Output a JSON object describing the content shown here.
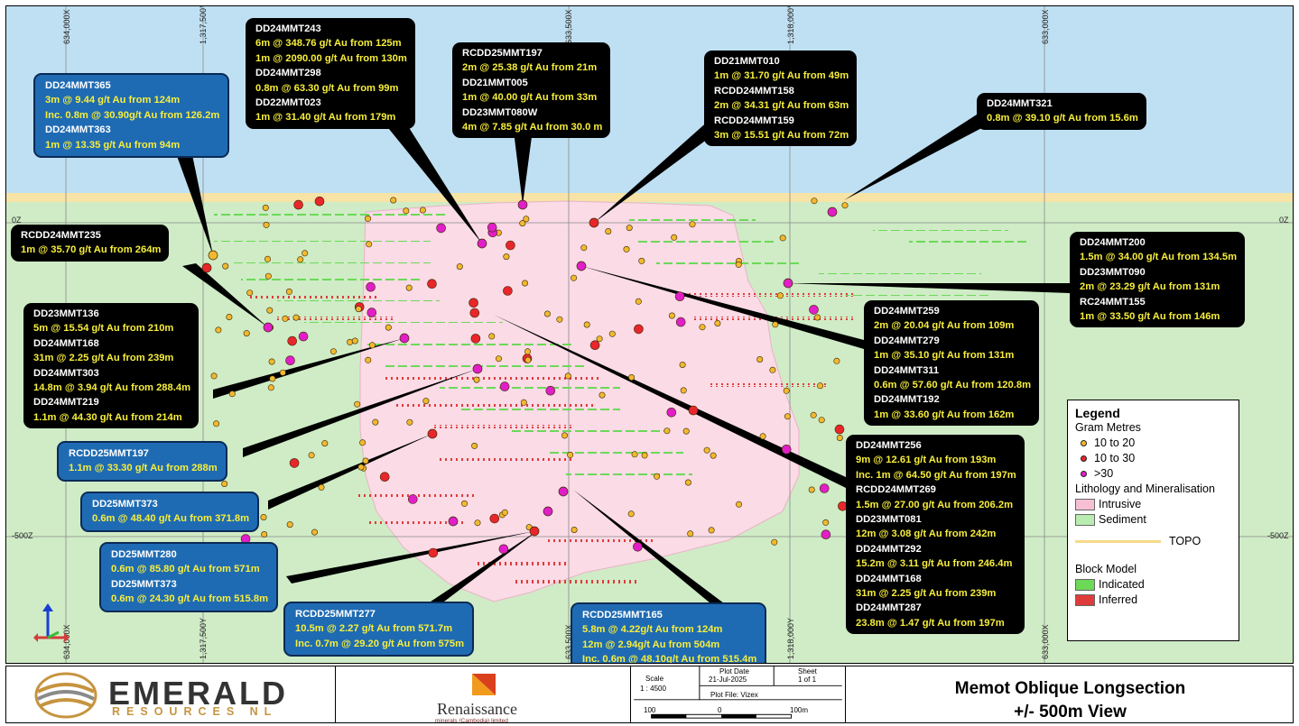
{
  "map": {
    "colors": {
      "sky": "#bfe0f3",
      "sediment": "#cfecc6",
      "intrusive": "#fadbe6",
      "topo": "#f7e3a6",
      "low": "#f2b830",
      "mid": "#e8262b",
      "high": "#e21ec8",
      "indicated": "#6cd958",
      "inferred": "#e03b3b"
    },
    "grid_top": [
      "634,000X",
      "1,317,500Y",
      "633,500X",
      "1,318,000Y",
      "633,000X"
    ],
    "grid_bottom": [
      "634,000X",
      "1,317,500Y",
      "633,500X",
      "1,318,000Y",
      "633,000X"
    ],
    "elev_left": [
      "0Z",
      "-500Z"
    ],
    "elev_right": [
      "0Z",
      "-500Z"
    ]
  },
  "callouts": {
    "c1": {
      "lines": [
        "DD24MMT365",
        "3m @ 9.44 g/t Au from 124m",
        "Inc. 0.8m @ 30.90g/t Au from 126.2m",
        "DD24MMT363",
        "1m @ 13.35 g/t Au from 94m"
      ]
    },
    "c2": {
      "lines": [
        "DD24MMT243",
        "6m @ 348.76 g/t Au from 125m",
        "1m @ 2090.00 g/t Au from 130m",
        "DD24MMT298",
        "0.8m @ 63.30 g/t Au from 99m",
        "DD22MMT023",
        "1m @ 31.40 g/t Au from 179m"
      ]
    },
    "c3": {
      "lines": [
        "RCDD25MMT197",
        "2m @ 25.38 g/t Au from 21m",
        "DD21MMT005",
        "1m @ 40.00 g/t Au from 33m",
        "DD23MMT080W",
        "4m @ 7.85 g/t Au from 30.0 m"
      ]
    },
    "c4": {
      "lines": [
        "DD21MMT010",
        "1m @ 31.70 g/t Au from 49m",
        "RCDD24MMT158",
        "2m @ 34.31 g/t Au from 63m",
        "RCDD24MMT159",
        "3m @ 15.51 g/t Au from 72m"
      ]
    },
    "c5": {
      "lines": [
        "DD24MMT321",
        "0.8m @ 39.10 g/t Au from 15.6m"
      ]
    },
    "c6": {
      "lines": [
        "RCDD24MMT235",
        "1m @ 35.70 g/t Au from 264m"
      ]
    },
    "c7": {
      "lines": [
        "DD24MMT200",
        "1.5m @ 34.00 g/t Au from 134.5m",
        "DD23MMT090",
        "2m @ 23.29 g/t Au from 131m",
        "RC24MMT155",
        "1m @ 33.50 g/t Au from 146m"
      ]
    },
    "c8": {
      "lines": [
        "DD23MMT136",
        "5m @ 15.54 g/t Au from 210m",
        "DD24MMT168",
        "31m @ 2.25 g/t Au from 239m",
        "DD24MMT303",
        "14.8m @ 3.94 g/t Au from 288.4m",
        "DD24MMT219",
        "1.1m @ 44.30 g/t Au from 214m"
      ]
    },
    "c9": {
      "lines": [
        "DD24MMT259",
        "2m @ 20.04 g/t Au from 109m",
        "DD24MMT279",
        "1m @ 35.10 g/t Au from 131m",
        "DD24MMT311",
        "0.6m @ 57.60 g/t Au from 120.8m",
        "DD24MMT192",
        "1m @ 33.60 g/t Au from 162m"
      ]
    },
    "c10": {
      "lines": [
        "RCDD25MMT197",
        "1.1m @ 33.30 g/t Au from 288m"
      ]
    },
    "c11": {
      "lines": [
        "DD25MMT373",
        "0.6m @ 48.40 g/t Au from 371.8m"
      ]
    },
    "c12": {
      "lines": [
        "DD25MMT280",
        "0.6m @ 85.80 g/t Au from 571m",
        "DD25MMT373",
        "0.6m @ 24.30 g/t Au from 515.8m"
      ]
    },
    "c13": {
      "lines": [
        "RCDD25MMT277",
        "10.5m @ 2.27 g/t Au from 571.7m",
        "Inc. 0.7m @ 29.20 g/t Au from 575m"
      ]
    },
    "c14": {
      "lines": [
        "RCDD25MMT165",
        "5.8m @ 4.22g/t Au from 124m",
        "12m @ 2.94g/t Au from 504m",
        "Inc. 0.6m @ 48.10g/t Au from 515.4m"
      ]
    },
    "c15": {
      "lines": [
        "DD24MMT256",
        "9m @ 12.61 g/t Au from 193m",
        "Inc. 1m @ 64.50 g/t Au from 197m",
        "RCDD24MMT269",
        "1.5m @ 27.00 g/t Au from 206.2m",
        "DD23MMT081",
        "12m @ 3.08 g/t Au from 242m",
        "DD24MMT292",
        "15.2m @ 3.11 g/t Au from 246.4m",
        "DD24MMT168",
        "31m @ 2.25 g/t Au from 239m",
        "DD24MMT287",
        "23.8m @ 1.47 g/t Au from 197m"
      ]
    }
  },
  "legend": {
    "title": "Legend",
    "gram_metres": "Gram Metres",
    "g1": "10 to 20",
    "g2": "10 to 30",
    "g3": ">30",
    "litho": "Lithology and Mineralisation",
    "intrusive": "Intrusive",
    "sediment": "Sediment",
    "topo": "TOPO",
    "block_model": "Block Model",
    "indicated": "Indicated",
    "inferred": "Inferred"
  },
  "footer": {
    "emerald_word": "EMERALD",
    "emerald_sub": "RESOURCES NL",
    "renaissance_word": "Renaissance",
    "renaissance_sub": "minerals (Cambodia) limited",
    "scale_label": "Scale",
    "scale_value": "1 : 4500",
    "plot_date_label": "Plot Date",
    "plot_date_value": "21-Jul-2025",
    "sheet_label": "Sheet",
    "sheet_value": "1 of 1",
    "plot_file": "Plot File: Vizex",
    "bar_left": "100",
    "bar_mid": "0",
    "bar_right": "100m",
    "title_line1": "Memot Oblique Longsection",
    "title_line2": "+/- 500m View"
  }
}
